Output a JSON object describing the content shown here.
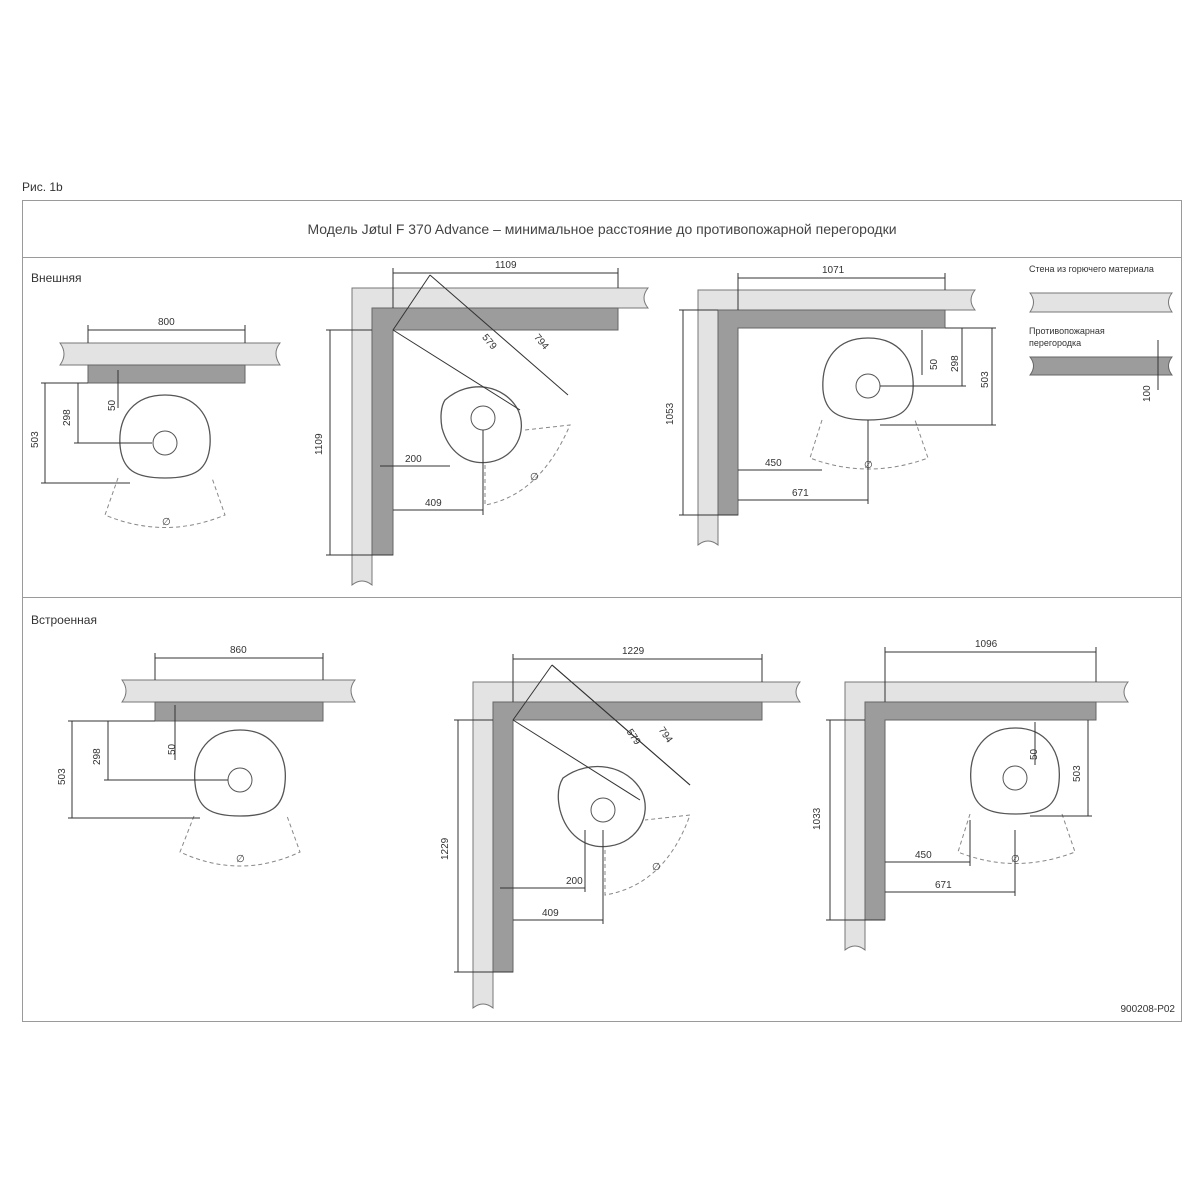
{
  "figure_label": "Рис. 1b",
  "title": "Модель Jøtul F 370 Advance – минимальное расстояние до противопожарной перегородки",
  "sections": {
    "top": "Внешняя",
    "bottom": "Встроенная"
  },
  "legend": {
    "combustible_wall": "Стена из горючего материала",
    "firewall": "Противопожарная перегородка",
    "firewall_dim": "100"
  },
  "drawing_code": "900208-P02",
  "stove_mark": "∅",
  "dims": {
    "d1": {
      "width": "800",
      "off": "50",
      "center": "298",
      "depth": "503"
    },
    "d2": {
      "width": "1109",
      "height": "1109",
      "diag_inner": "579",
      "diag_outer": "794",
      "side_a": "200",
      "side_b": "409"
    },
    "d3": {
      "width": "1071",
      "height": "1053",
      "off": "50",
      "center": "298",
      "depth": "503",
      "side_a": "450",
      "side_b": "671"
    },
    "d4": {
      "width": "860",
      "off": "50",
      "center": "298",
      "depth": "503"
    },
    "d5": {
      "width": "1229",
      "height": "1229",
      "diag_inner": "579",
      "diag_outer": "794",
      "side_a": "200",
      "side_b": "409"
    },
    "d6": {
      "width": "1096",
      "height": "1033",
      "off": "50",
      "depth": "503",
      "side_a": "450",
      "side_b": "671"
    }
  }
}
